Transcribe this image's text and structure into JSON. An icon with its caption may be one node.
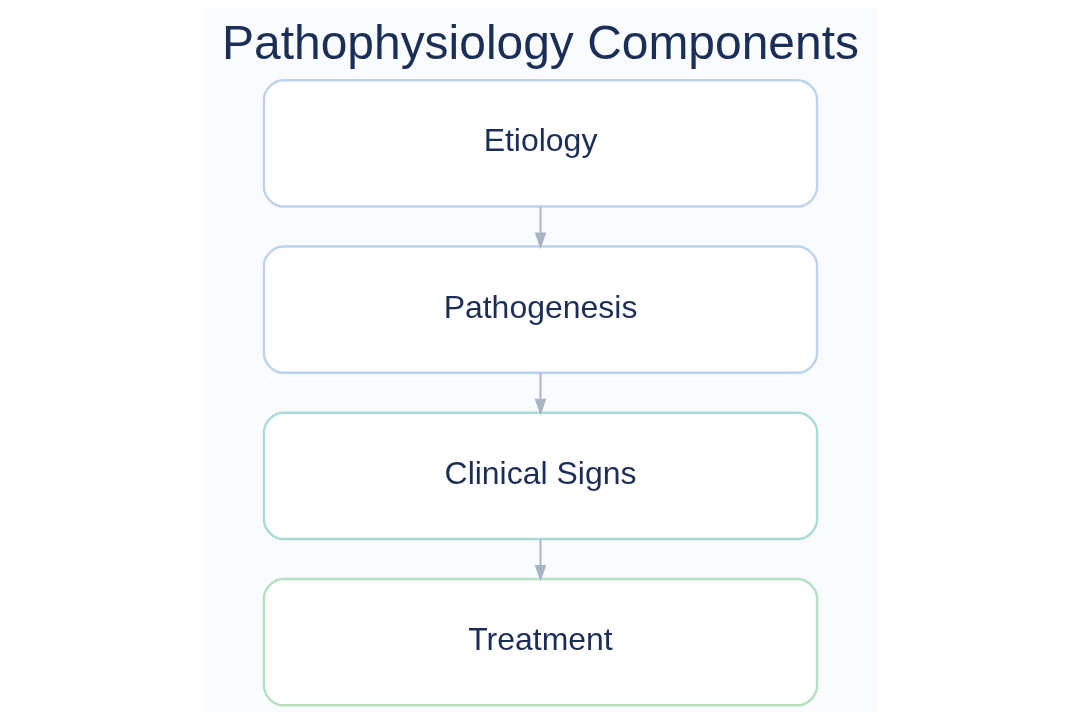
{
  "diagram": {
    "title": "Pathophysiology Components",
    "nodes": [
      {
        "text": [
          "Etiology"
        ]
      },
      {
        "text": [
          "Pathogenesis"
        ]
      },
      {
        "text": [
          "Clinical Signs"
        ]
      },
      {
        "text": [
          "Treatment"
        ]
      }
    ],
    "edges": [
      {
        "from": 0,
        "to": 1,
        "arrow": "to"
      },
      {
        "from": 1,
        "to": 2,
        "arrow": "to"
      },
      {
        "from": 2,
        "to": 3,
        "arrow": "to"
      }
    ]
  }
}
